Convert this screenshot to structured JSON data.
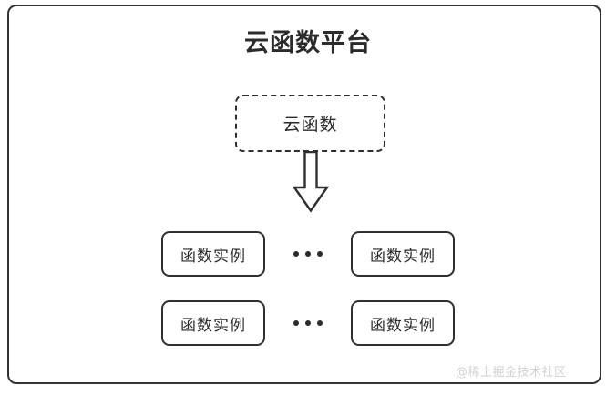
{
  "diagram": {
    "platform": {
      "title": "云函数平台"
    },
    "cloud_function": {
      "label": "云函数",
      "border_style": "dashed"
    },
    "arrow": {
      "icon": "arrow-down-icon",
      "direction": "down"
    },
    "instance_rows": [
      {
        "left_box": {
          "label": "函数实例"
        },
        "ellipsis": "•••",
        "right_box": {
          "label": "函数实例"
        }
      },
      {
        "left_box": {
          "label": "函数实例"
        },
        "ellipsis": "•••",
        "right_box": {
          "label": "函数实例"
        }
      }
    ],
    "watermark": "@稀土掘金技术社区",
    "colors": {
      "stroke": "#2f2f2f",
      "title_text": "#2b2b2b",
      "background": "#ffffff",
      "watermark_text": "#d2d2d2"
    }
  }
}
